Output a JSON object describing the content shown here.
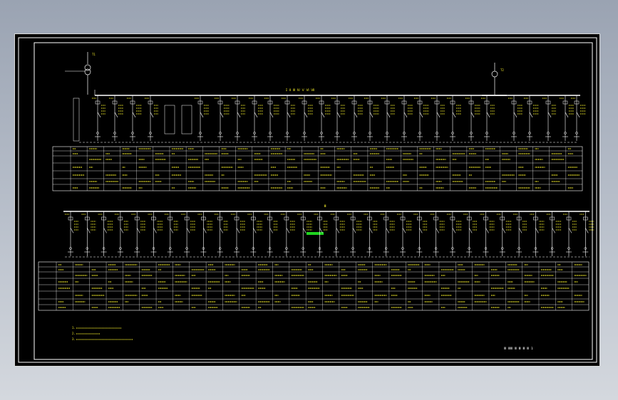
{
  "colors": {
    "background": "#000000",
    "frame": "#ffffff",
    "linework": "#ffffff",
    "annotation": "#f6ef2a",
    "busbar": "#ffffff",
    "highlight": "#1fd31f"
  },
  "drawing": {
    "top_busbar_label": "I  Ⅱ  Ⅲ  Ⅳ  Ⅴ  Ⅵ  Ⅶ",
    "left_transformer_label": "T1",
    "right_transformer_label": "T2",
    "bottom_busbar_label": "Ⅲ",
    "title_block_text": "Ⅲ  ⅢⅢ  Ⅲ  Ⅲ  Ⅲ  Ⅲ  1"
  },
  "notes": [
    "1.",
    "2.",
    "3."
  ]
}
